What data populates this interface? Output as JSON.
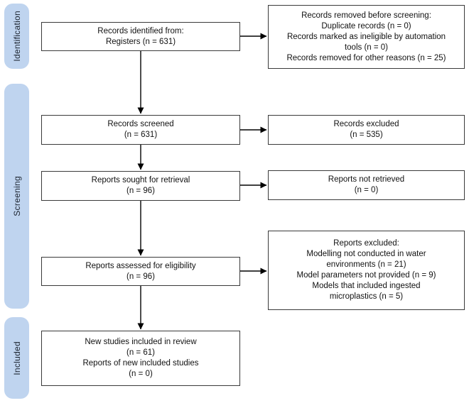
{
  "diagram": {
    "type": "prisma-flow",
    "stages": {
      "identification": "Identification",
      "screening": "Screening",
      "included": "Included"
    },
    "boxes": {
      "identified": {
        "lines": [
          "Records identified from:",
          "Registers (n = 631)"
        ]
      },
      "removed_before_screening": {
        "lines": [
          "Records removed before screening:",
          "Duplicate records (n = 0)",
          "Records marked as ineligible by automation",
          "tools (n = 0)",
          "Records removed for other reasons (n = 25)"
        ]
      },
      "screened": {
        "lines": [
          "Records screened",
          "(n = 631)"
        ]
      },
      "records_excluded": {
        "lines": [
          "Records excluded",
          "(n = 535)"
        ]
      },
      "sought": {
        "lines": [
          "Reports sought for retrieval",
          "(n = 96)"
        ]
      },
      "not_retrieved": {
        "lines": [
          "Reports not retrieved",
          "(n = 0)"
        ]
      },
      "assessed": {
        "lines": [
          "Reports assessed for eligibility",
          "(n = 96)"
        ]
      },
      "reports_excluded": {
        "lines": [
          "Reports excluded:",
          "Modelling not conducted in water",
          "environments (n = 21)",
          "Model parameters not provided (n = 9)",
          "Models that included ingested",
          "microplastics (n = 5)"
        ]
      },
      "included_in_review": {
        "lines": [
          "New studies included in review",
          "(n = 61)",
          "Reports of new included studies",
          "(n = 0)"
        ]
      }
    },
    "colors": {
      "stage_pill_fill": "#BFD4EF",
      "stage_pill_text": "#1c2430",
      "box_border": "#3a3a3a",
      "box_fill": "#ffffff",
      "arrow": "#000000"
    }
  }
}
